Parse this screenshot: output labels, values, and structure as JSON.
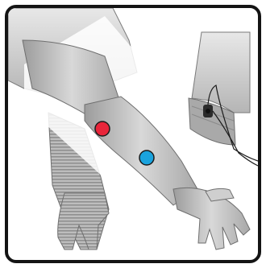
{
  "figure": {
    "subject": "arm-electrode-placement",
    "frame_color": "#141414",
    "skin_color": "#c9c9c9",
    "electrodes": [
      {
        "name": "red-electrode",
        "color": "#e8253a"
      },
      {
        "name": "blue-electrode",
        "color": "#1aa3de"
      }
    ],
    "cuff_color": "#a9a9a9",
    "wire_color": "#1b1b1b"
  }
}
